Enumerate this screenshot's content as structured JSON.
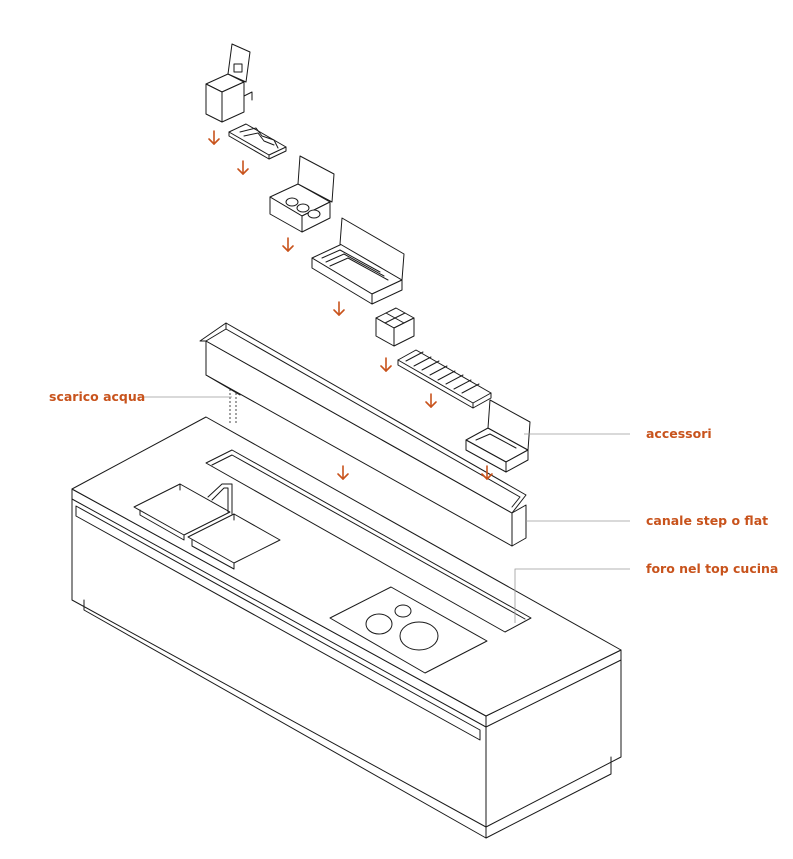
{
  "labels": {
    "scarico": "scarico acqua",
    "accessori": "accessori",
    "canale": "canale step o flat",
    "foro": "foro nel top cucina"
  },
  "colors": {
    "accent": "#c8531c",
    "line": "#1a1a1a",
    "leader": "#9a9a9a",
    "background": "#ffffff"
  },
  "icons": {
    "arrow": "arrow-down-icon"
  }
}
